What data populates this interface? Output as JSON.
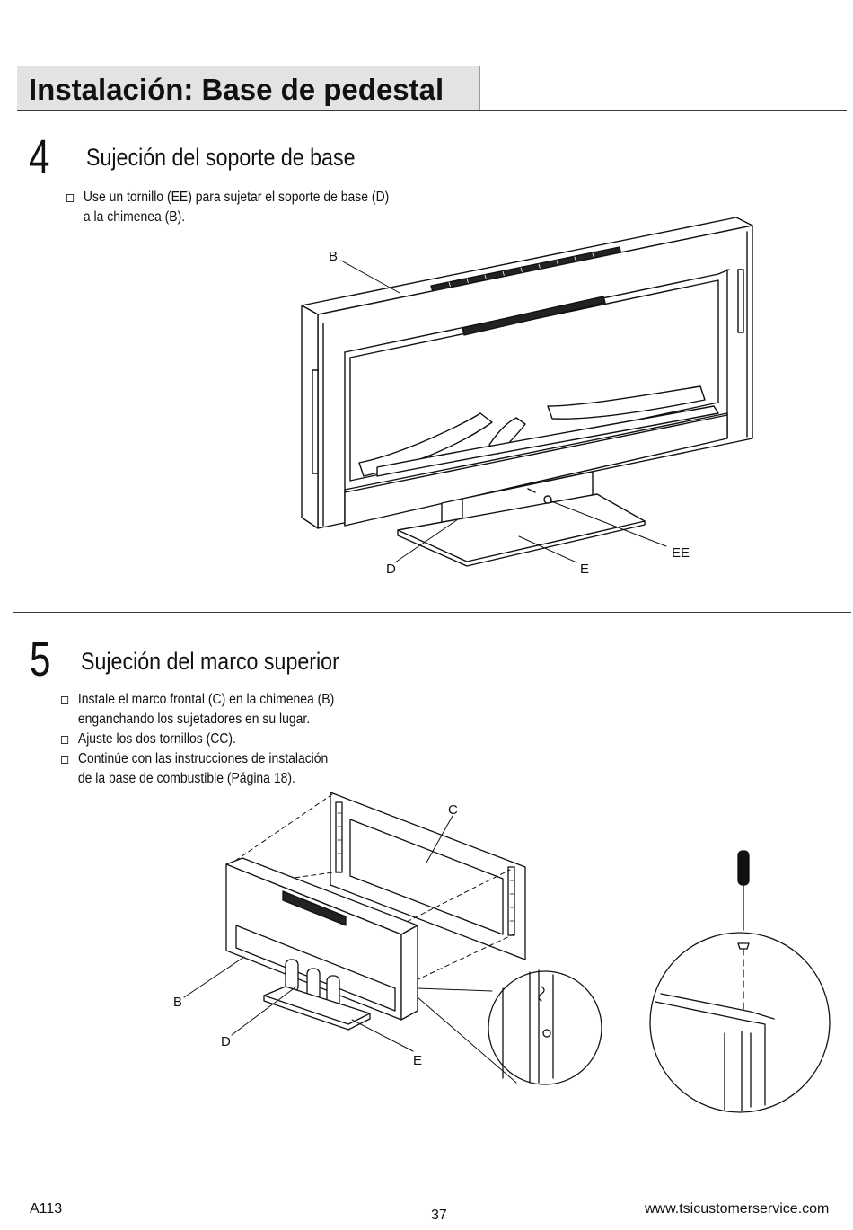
{
  "header": {
    "title": "Instalación: Base de pedestal"
  },
  "steps": [
    {
      "number": "4",
      "title": "Sujeción del soporte de base",
      "bullets": [
        {
          "lines": [
            "Use un tornillo (EE) para sujetar el soporte de base (D)",
            "a la chimenea (B)."
          ]
        }
      ],
      "labels": {
        "b": "B",
        "d": "D",
        "e": "E",
        "ee": "EE"
      }
    },
    {
      "number": "5",
      "title": "Sujeción del marco superior",
      "bullets": [
        {
          "lines": [
            "Instale el marco frontal (C) en la chimenea (B)",
            "enganchando los sujetadores en su lugar."
          ]
        },
        {
          "lines": [
            "Ajuste los dos tornillos (CC)."
          ]
        },
        {
          "lines": [
            "Continúe con las instrucciones de instalación",
            "de la base de combustible (Página 18)."
          ]
        }
      ],
      "labels": {
        "c": "C",
        "b": "B",
        "d": "D",
        "e": "E"
      }
    }
  ],
  "footer": {
    "model": "A113",
    "page": "37",
    "website": "www.tsicustomerservice.com"
  }
}
